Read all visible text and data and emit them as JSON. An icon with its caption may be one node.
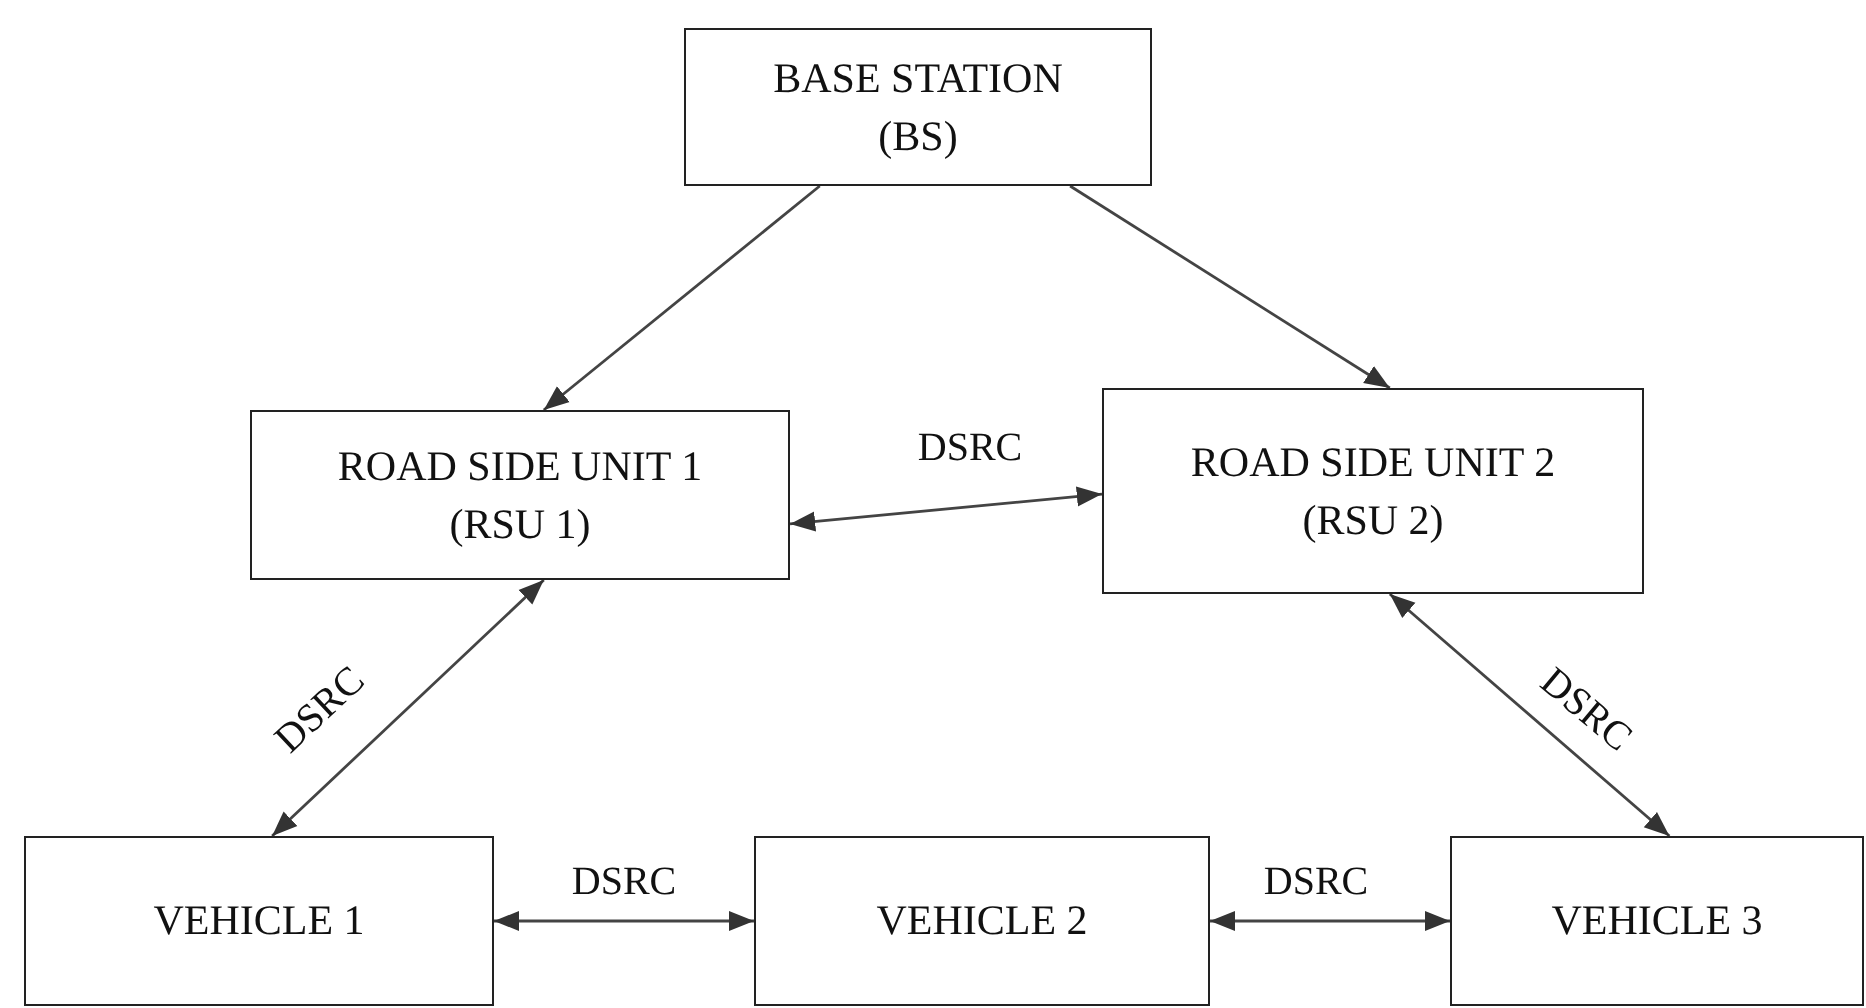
{
  "diagram": {
    "nodes": [
      {
        "text": [
          "BASE STATION",
          "(BS)"
        ]
      },
      {
        "text": [
          "ROAD SIDE UNIT 1",
          "(RSU 1)"
        ]
      },
      {
        "text": [
          "ROAD SIDE UNIT 2",
          "(RSU 2)"
        ]
      },
      {
        "text": [
          "VEHICLE 1"
        ]
      },
      {
        "text": [
          "VEHICLE 2"
        ]
      },
      {
        "text": [
          "VEHICLE 3"
        ]
      }
    ],
    "edges": [
      {
        "from": 0,
        "to": 1,
        "arrow": "to"
      },
      {
        "from": 0,
        "to": 2,
        "arrow": "to"
      },
      {
        "from": 1,
        "to": 2,
        "arrow": "both",
        "label": "DSRC"
      },
      {
        "from": 1,
        "to": 3,
        "arrow": "both",
        "label": "DSRC"
      },
      {
        "from": 2,
        "to": 5,
        "arrow": "both",
        "label": "DSRC"
      },
      {
        "from": 3,
        "to": 4,
        "arrow": "both",
        "label": "DSRC"
      },
      {
        "from": 4,
        "to": 5,
        "arrow": "both",
        "label": "DSRC"
      }
    ]
  }
}
